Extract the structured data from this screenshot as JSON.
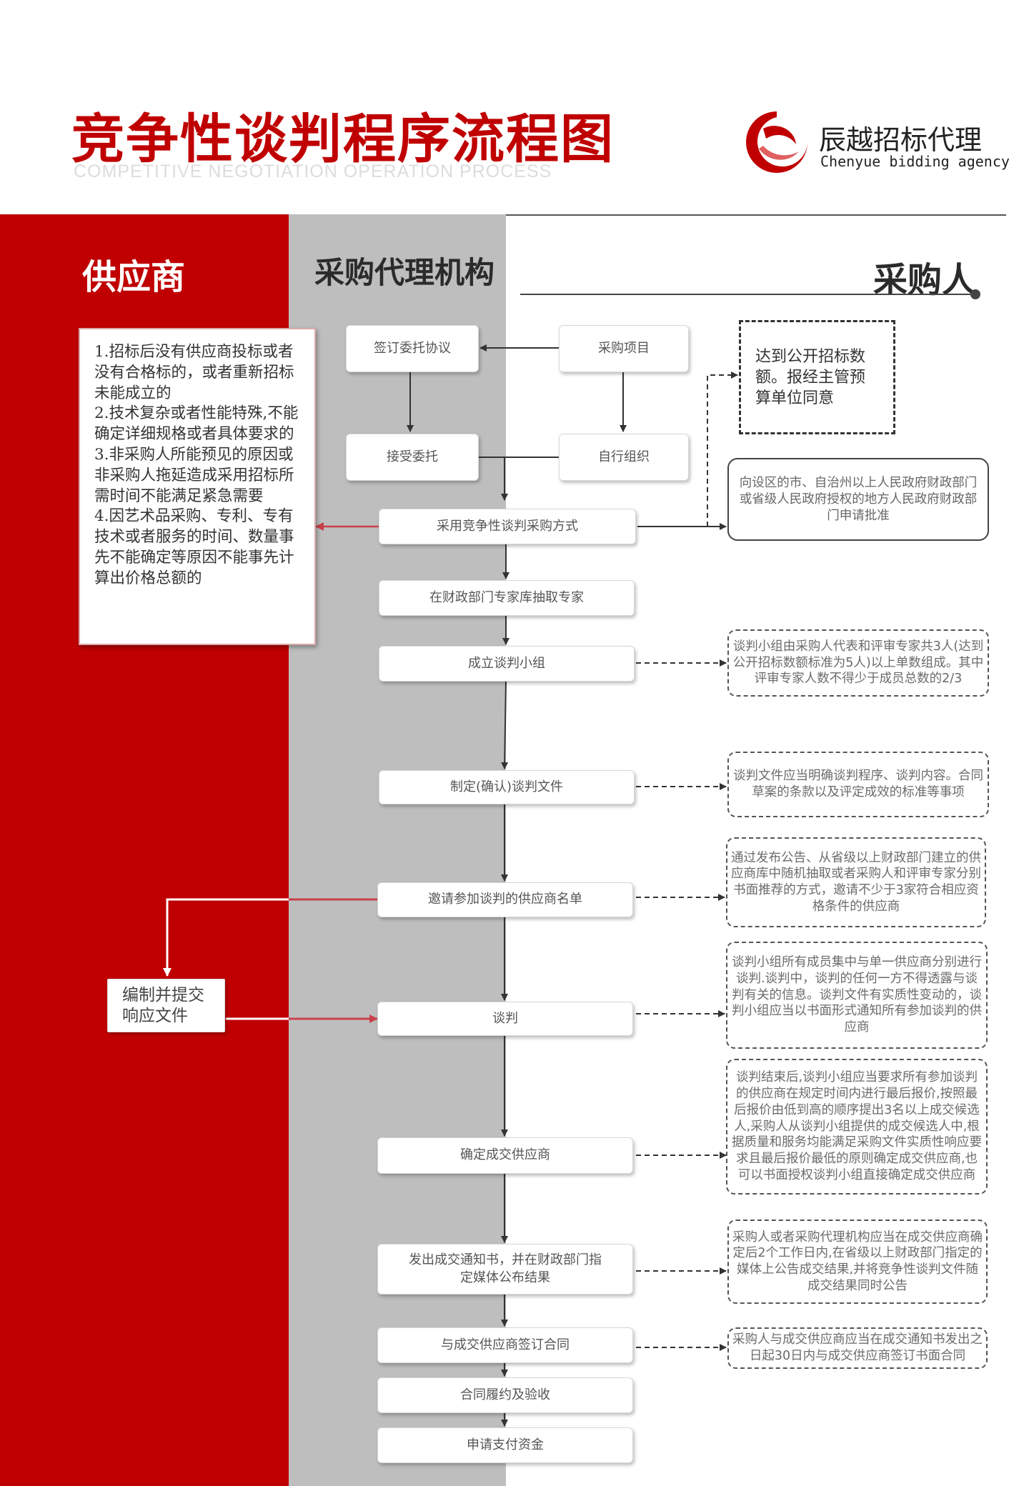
{
  "header": {
    "title": "竞争性谈判程序流程图",
    "subtitle": "COMPETITIVE NEGOTIATION OPERATION PROCESS",
    "logo_name": "辰越招标代理",
    "logo_en": "Chenyue bidding agency"
  },
  "columns": {
    "supplier": "供应商",
    "agency": "采购代理机构",
    "buyer": "采购人"
  },
  "supplier_conditions": [
    "1.招标后没有供应商投标或者没有合格标的，或者重新招标未能成立的",
    "2.技术复杂或者性能特殊,不能确定详细规格或者具体要求的",
    "3.非采购人所能预见的原因或非采购人拖延造成采用招标所需时间不能满足紧急需要",
    "4.因艺术品采购、专利、专有技术或者服务的时间、数量事先不能确定等原因不能事先计算出价格总额的"
  ],
  "top_boxes": {
    "sign_agreement": "签订委托协议",
    "purchase_project": "采购项目",
    "accept_entrust": "接受委托",
    "self_organize": "自行组织"
  },
  "approval_note": "达到公开招标数额。报经主管预算单位同意",
  "apply_note": "向设区的市、自治州以上人民政府财政部门或省级人民政府授权的地方人民政府财政部门申请批准",
  "compile_box": "编制并提交响应文件",
  "steps": [
    {
      "label": "采用竞争性谈判采购方式",
      "note": ""
    },
    {
      "label": "在财政部门专家库抽取专家",
      "note": ""
    },
    {
      "label": "成立谈判小组",
      "note": "谈判小组由采购人代表和评审专家共3人(达到公开招标数额标准为5人)以上单数组成。其中评审专家人数不得少于成员总数的2/3"
    },
    {
      "label": "制定(确认)谈判文件",
      "note": "谈判文件应当明确谈判程序、谈判内容。合同草案的条款以及评定成效的标准等事项"
    },
    {
      "label": "邀请参加谈判的供应商名单",
      "note": "通过发布公告、从省级以上财政部门建立的供应商库中随机抽取或者采购人和评审专家分别书面推荐的方式，邀请不少于3家符合相应资格条件的供应商"
    },
    {
      "label": "谈判",
      "note": "谈判小组所有成员集中与单一供应商分别进行谈判.谈判中，谈判的任何一方不得透露与谈判有关的信息。谈判文件有实质性变动的，谈判小组应当以书面形式通知所有参加谈判的供应商"
    },
    {
      "label": "确定成交供应商",
      "note": "谈判结束后,谈判小组应当要求所有参加谈判的供应商在规定时间内进行最后报价,按照最后报价由低到高的顺序提出3名以上成交候选人,采购人从谈判小组提供的成交候选人中,根据质量和服务均能满足采购文件实质性响应要求且最后报价最低的原则确定成交供应商,也可以书面授权谈判小组直接确定成交供应商"
    },
    {
      "label": "发出成交通知书，并在财政部门指定媒体公布结果",
      "note": "采购人或者采购代理机构应当在成交供应商确定后2个工作日内,在省级以上财政部门指定的媒体上公告成交结果,并将竞争性谈判文件随成交结果同时公告"
    },
    {
      "label": "与成交供应商签订合同",
      "note": "采购人与成交供应商应当在成交通知书发出之日起30日内与成交供应商签订书面合同"
    },
    {
      "label": "合同履约及验收",
      "note": ""
    },
    {
      "label": "申请支付资金",
      "note": ""
    }
  ],
  "colors": {
    "brand_red": "#c00000",
    "agency_gray": "#bebebe",
    "arrow_red": "#c8414b"
  },
  "icons": [
    "logo-swirl-icon"
  ]
}
